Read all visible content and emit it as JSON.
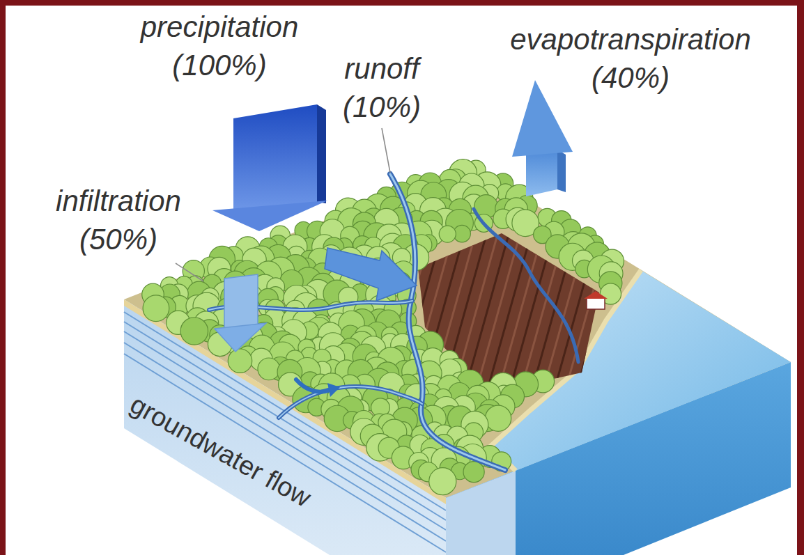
{
  "diagram": {
    "labels": [
      "precipitation (100%)",
      "runoff (10%)",
      "evapotranspiration (40%)",
      "infiltration (50%)",
      "groundwater flow"
    ]
  }
}
